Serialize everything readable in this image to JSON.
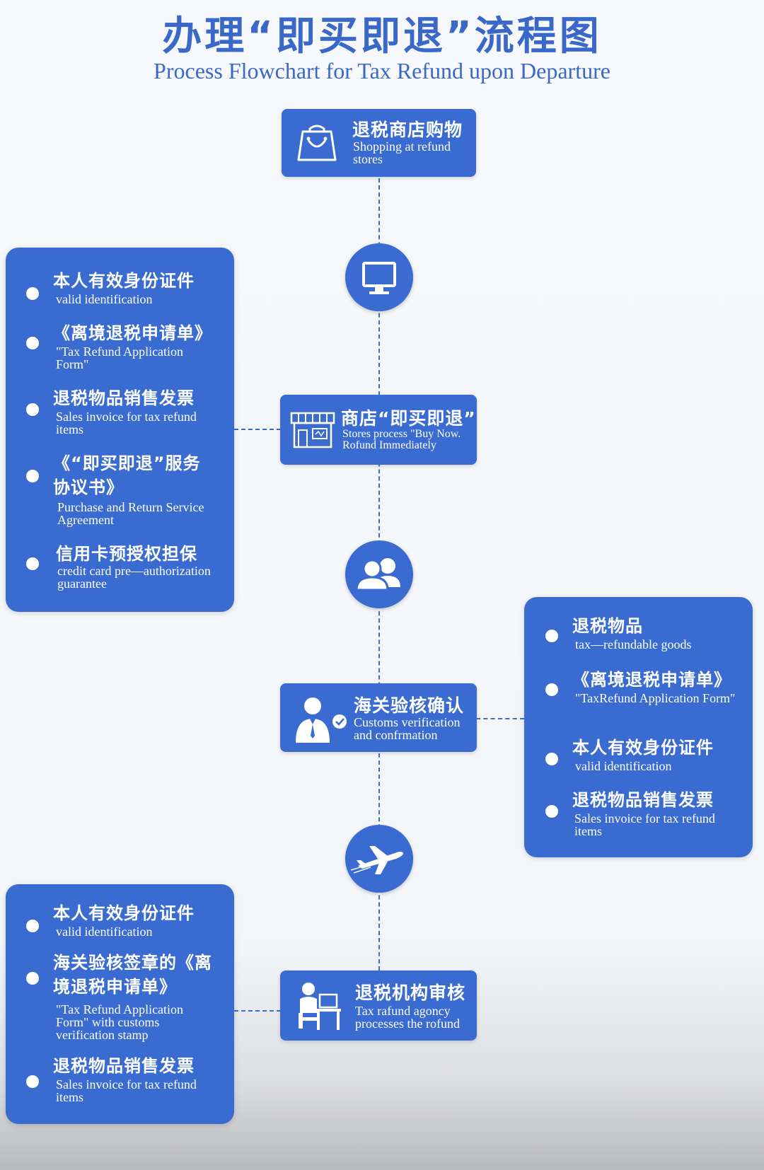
{
  "title_zh": "办理“即买即退”流程图",
  "title_en": "Process Flowchart for Tax Refund upon Departure",
  "steps": [
    {
      "zh": "退税商店购物",
      "en": "Shopping at refund stores",
      "icon": "shopping-bag-icon"
    },
    {
      "zh": "商店“即买即退”",
      "en": "Stores process \"Buy Now. Rofund Immediately",
      "icon": "storefront-icon"
    },
    {
      "zh": "海关验核确认",
      "en": "Customs verification and confrmation",
      "icon": "customs-officer-icon"
    },
    {
      "zh": "退税机构审核",
      "en": "Tax rafund agoncy processes the rofund",
      "icon": "agent-desk-icon"
    }
  ],
  "circle_icons": [
    "computer-monitor-icon",
    "two-people-icon",
    "airplane-icon"
  ],
  "panel_store": [
    {
      "zh": "本人有效身份证件",
      "en": "valid identification"
    },
    {
      "zh": "《离境退税申请单》",
      "en": "\"Tax Refund Application Form\""
    },
    {
      "zh": "退税物品销售发票",
      "en": "Sales invoice for tax refund items"
    },
    {
      "zh": "《“即买即退”服务协议书》",
      "en": "Purchase and Return Service Agreement"
    },
    {
      "zh": "信用卡预授权担保",
      "en": "credit card pre—authorization guarantee"
    }
  ],
  "panel_customs": [
    {
      "zh": "退税物品",
      "en": "tax—refundable goods"
    },
    {
      "zh": "《离境退税申请单》",
      "en": "\"TaxRefund Application Form\""
    },
    {
      "zh": "本人有效身份证件",
      "en": "valid identification"
    },
    {
      "zh": "退税物品销售发票",
      "en": "Sales invoice for tax refund items"
    }
  ],
  "panel_agency": [
    {
      "zh": "本人有效身份证件",
      "en": "valid identification"
    },
    {
      "zh": "海关验核签章的《离境退税申请单》",
      "en": "\"Tax Refund Application Form\" with customs verification stamp"
    },
    {
      "zh": "退税物品销售发票",
      "en": "Sales invoice for tax refund items"
    }
  ],
  "colors": {
    "primary": "#3a6bd0",
    "title": "#3a68c8",
    "text_on_primary": "#ffffff"
  }
}
